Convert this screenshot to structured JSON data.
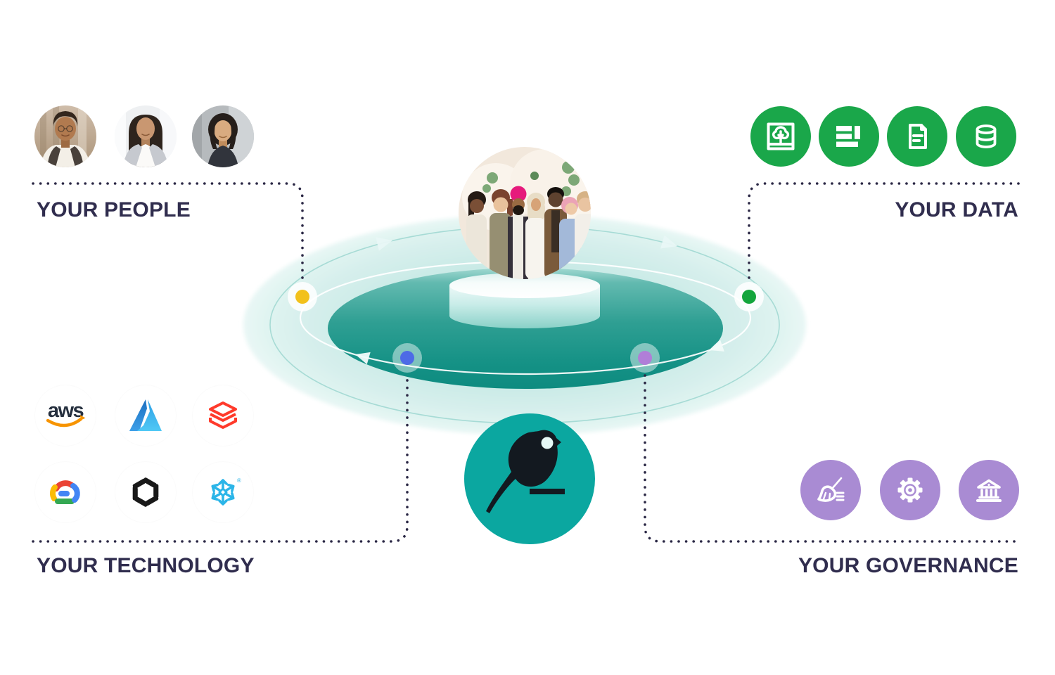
{
  "quadrants": {
    "people": {
      "label": "YOUR PEOPLE",
      "dot_color": "#f2c11c",
      "avatars": [
        "smiling-man-curly-hair",
        "smiling-woman-blazer",
        "woman-short-bob"
      ]
    },
    "data": {
      "label": "YOUR DATA",
      "dot_color": "#13a53c",
      "icon_circle_color": "#1aa74a",
      "icons": [
        "tree-model-icon",
        "stacked-bars-icon",
        "document-icon",
        "database-icon"
      ]
    },
    "technology": {
      "label": "YOUR TECHNOLOGY",
      "dot_color": "#4d6be6",
      "logos": [
        "AWS",
        "Microsoft Azure",
        "Databricks",
        "Google Cloud",
        "OpenAI",
        "Snowflake"
      ],
      "aws_wordmark": "aws",
      "snowflake_registered_mark": "®"
    },
    "governance": {
      "label": "YOUR GOVERNANCE",
      "dot_color": "#b07ed8",
      "icon_circle_color": "#a98bd3",
      "icons": [
        "broom-sweep-icon",
        "gear-icon",
        "bank-columns-icon"
      ]
    }
  },
  "center": {
    "platform_badge": "bird-on-perch-logo",
    "platform_color": "#0ba7a0",
    "team_photo": "diverse-team-photo"
  }
}
